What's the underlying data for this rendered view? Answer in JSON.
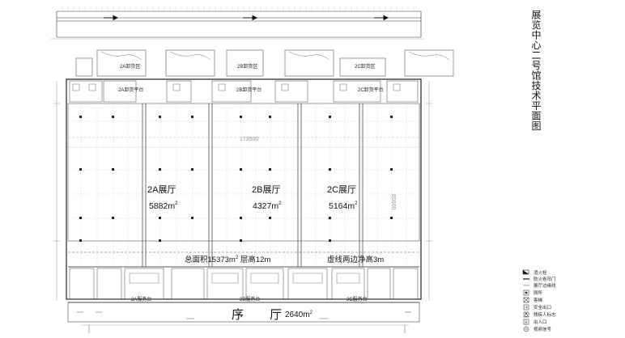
{
  "title": "展览中心二号馆技术平面图",
  "halls": [
    {
      "name": "2A展厅",
      "area": "5882m",
      "unload": "2A卸货区",
      "platform": "2A卸货平台",
      "service": "2A服务台"
    },
    {
      "name": "2B展厅",
      "area": "4327m",
      "unload": "2B卸货区",
      "platform": "2B卸货平台",
      "service": "2B服务台"
    },
    {
      "name": "2C展厅",
      "area": "5164m",
      "unload": "2C卸货区",
      "platform": "2C卸货平台",
      "service": "2C服务台"
    }
  ],
  "summary": {
    "total_area": "总面积15373m",
    "height": "层高12m",
    "clear_height": "虚线两边净高3m"
  },
  "lobby": {
    "name": "序 厅",
    "area": "2640m"
  },
  "dimensions": {
    "overall_width": "173500",
    "overall_depth": "85600"
  },
  "legend": [
    {
      "icon": "fire-hydrant-icon",
      "label": "消火栓"
    },
    {
      "icon": "fire-shutter-icon",
      "label": "防火卷帘门"
    },
    {
      "icon": "hall-boundary-line-icon",
      "label": "展厅边缘线"
    },
    {
      "icon": "toilet-icon",
      "label": "厕所"
    },
    {
      "icon": "elevator-icon",
      "label": "客梯"
    },
    {
      "icon": "safety-exit-icon",
      "label": "安全出口"
    },
    {
      "icon": "accessible-sign-icon",
      "label": "残疾人标志"
    },
    {
      "icon": "entrance-icon",
      "label": "出入口"
    },
    {
      "icon": "video-signal-icon",
      "label": "视频信号"
    }
  ]
}
